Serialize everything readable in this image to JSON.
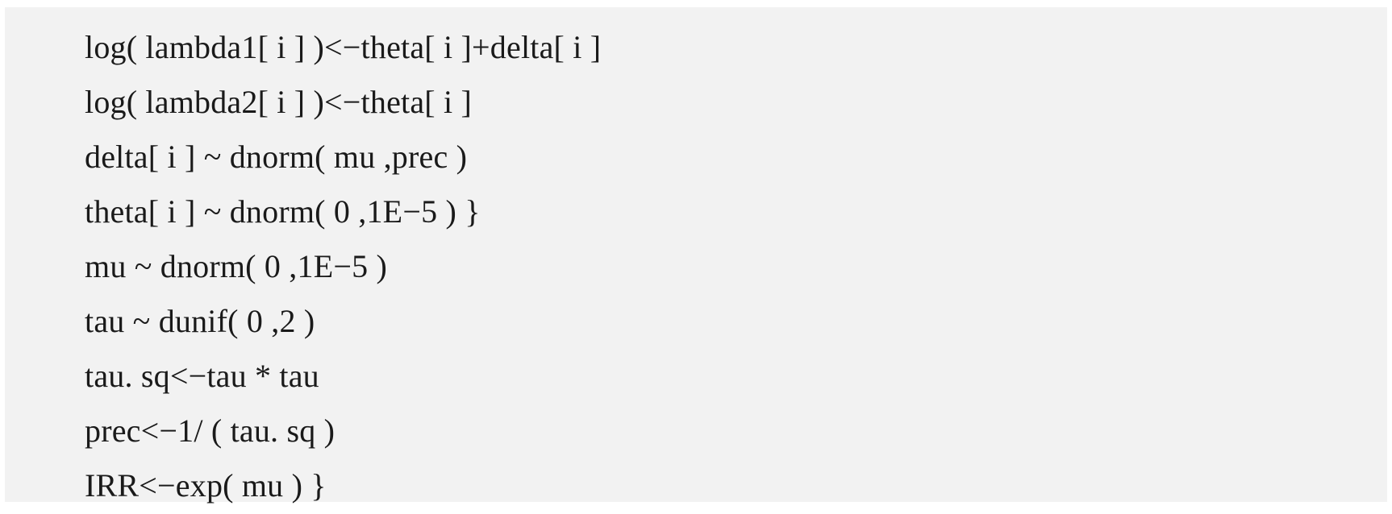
{
  "code": {
    "lines": [
      "log( lambda1[ i ] )<−theta[ i ]+delta[ i ]",
      "log( lambda2[ i ] )<−theta[ i ]",
      "delta[ i ] ~ dnorm( mu ,prec )",
      "theta[ i ] ~ dnorm( 0 ,1E−5 ) }",
      "mu ~ dnorm( 0 ,1E−5 )",
      "tau ~ dunif( 0 ,2 )",
      "tau. sq<−tau * tau",
      "prec<−1/ ( tau. sq )",
      "IRR<−exp( mu ) }"
    ]
  }
}
